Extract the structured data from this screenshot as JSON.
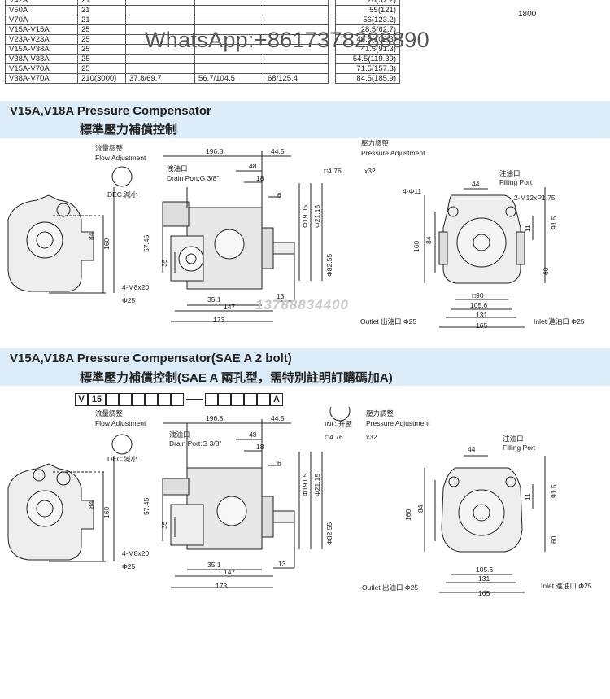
{
  "spec_table": {
    "rows": [
      [
        "V42A",
        "21",
        "",
        "",
        "",
        "26(57.2)"
      ],
      [
        "V50A",
        "21",
        "",
        "",
        "",
        "55(121)"
      ],
      [
        "V70A",
        "21",
        "",
        "",
        "",
        "56(123.2)"
      ],
      [
        "V15A-V15A",
        "25",
        "",
        "",
        "",
        "28.5(62.7)"
      ],
      [
        "V23A-V23A",
        "25",
        "",
        "",
        "",
        "46.5(102.3)"
      ],
      [
        "V15A-V38A",
        "25",
        "",
        "",
        "",
        "41.5(91.3)"
      ],
      [
        "V38A-V38A",
        "25",
        "",
        "",
        "",
        "54.5(119.39)"
      ],
      [
        "V15A-V70A",
        "25",
        "",
        "",
        "",
        "71.5(157.3)"
      ],
      [
        "V38A-V70A",
        "210(3000)",
        "37.8/69.7",
        "56.7/104.5",
        "68/125.4",
        "84.5(185.9)"
      ]
    ],
    "speed": "1800"
  },
  "watermark": "WhatsApp:+8617378288890",
  "phone_watermark": "13788834400",
  "section1": {
    "title_en": "V15A,V18A Pressure Compensator",
    "title_cn": "標準壓力補償控制"
  },
  "section2": {
    "title_en": "V15A,V18A Pressure Compensator(SAE A 2 bolt)",
    "title_cn": "標準壓力補償控制(SAE A 兩孔型，需特別註明訂購碼加A)",
    "code_prefix": "V",
    "code_num": "15",
    "code_suffix": "A"
  },
  "labels": {
    "flow_cn": "流量調整",
    "flow_en": "Flow Adjustment",
    "dec": "DEC.減小",
    "inc": "INC.升壓",
    "pressure_cn": "壓力調整",
    "pressure_en": "Pressure Adjustment",
    "drain_cn": "洩油口",
    "drain_en": "Drain Port:G 3/8\"",
    "fill_cn": "注油口",
    "fill_en": "Filling Port",
    "outlet": "Outlet 出油口 Φ25",
    "inlet": "Inlet 進油口 Φ25",
    "key": "□4.76",
    "key_x": "x32",
    "bolt": "4-M8x20",
    "phi25": "Φ25",
    "phi11": "4-Φ11",
    "m12": "2-M12xP1.75"
  },
  "dims": {
    "d196": "196.8",
    "d44_5": "44.5",
    "d48": "48",
    "d18": "18",
    "d6": "6",
    "d84": "84",
    "d160": "160",
    "d57": "57.45",
    "d35": "35",
    "d35_1": "35.1",
    "d147": "147",
    "d13": "13",
    "d173": "173",
    "d19": "Φ19.05",
    "d21": "Φ21.15",
    "d82": "Φ82.55",
    "d44": "44",
    "d90": "□90",
    "d105": "105.6",
    "d131": "131",
    "d165": "165",
    "d11": "11",
    "d91": "91.5",
    "d60": "60"
  }
}
